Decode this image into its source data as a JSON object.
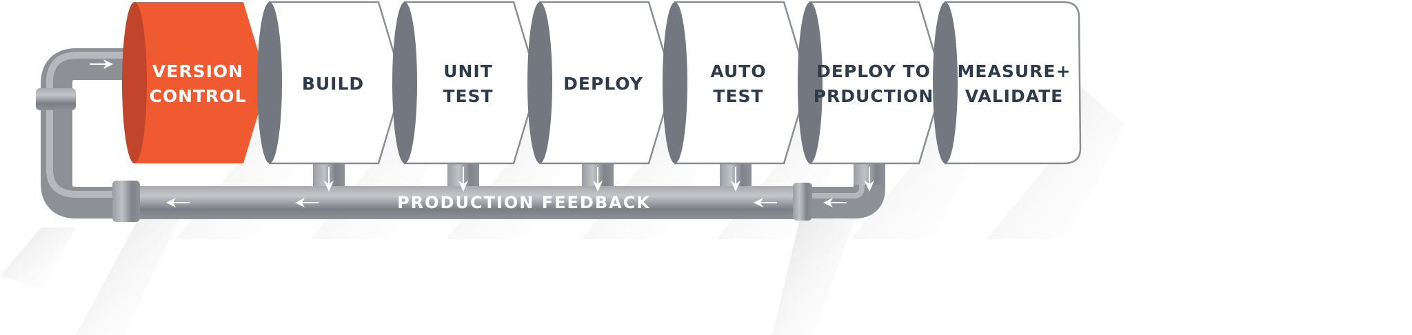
{
  "title": "DevOps pipeline with production feedback loop",
  "stages": [
    {
      "lines": [
        "VERSION",
        "CONTROL"
      ],
      "highlighted": true
    },
    {
      "lines": [
        "BUILD"
      ],
      "highlighted": false
    },
    {
      "lines": [
        "UNIT",
        "TEST"
      ],
      "highlighted": false
    },
    {
      "lines": [
        "DEPLOY"
      ],
      "highlighted": false
    },
    {
      "lines": [
        "AUTO",
        "TEST"
      ],
      "highlighted": false
    },
    {
      "lines": [
        "DEPLOY TO",
        "PRDUCTION"
      ],
      "highlighted": false
    },
    {
      "lines": [
        "MEASURE+",
        "VALIDATE"
      ],
      "highlighted": false
    }
  ],
  "feedback": {
    "label": "PRODUCTION FEEDBACK"
  },
  "colors": {
    "accent": "#f05a30",
    "accent_dark": "#c1452a",
    "stage_text": "#2f3a4a",
    "stage_cap": "#727780",
    "stage_border": "#8a8d92",
    "pipe": "#8d9095",
    "pipe_highlight": "#babcc0"
  }
}
